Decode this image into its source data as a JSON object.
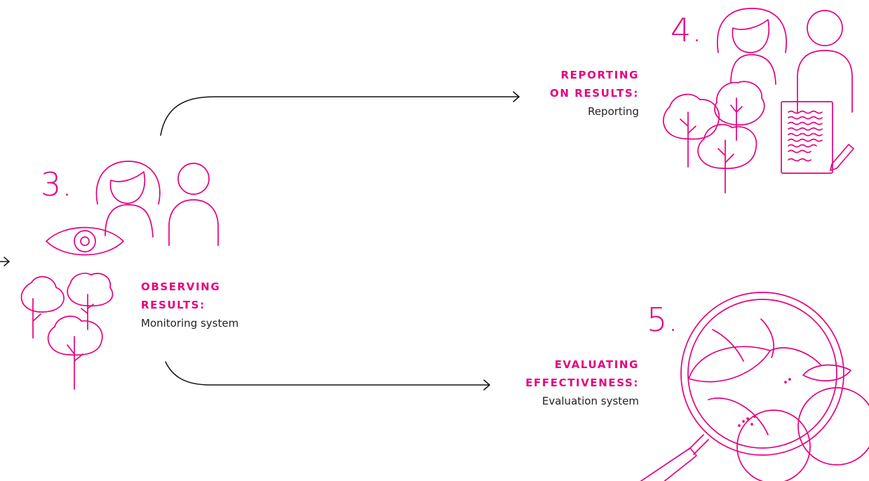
{
  "steps": [
    {
      "number": "3.",
      "heading_lines": [
        "OBSERVING",
        "RESULTS:"
      ],
      "subtitle": "Monitoring system"
    },
    {
      "number": "4.",
      "heading_lines": [
        "REPORTING",
        "ON RESULTS:"
      ],
      "subtitle": "Reporting"
    },
    {
      "number": "5.",
      "heading_lines": [
        "EVALUATING",
        "EFFECTIVENESS:"
      ],
      "subtitle": "Evaluation system"
    }
  ],
  "colors": {
    "accent": "#e6007e",
    "line": "#111111",
    "text": "#222222"
  },
  "icons": {
    "step3": [
      "woman-icon",
      "person-icon",
      "eye-icon",
      "trees-icon"
    ],
    "step4": [
      "woman-icon",
      "person-icon",
      "trees-icon",
      "document-with-pen-icon"
    ],
    "step5": [
      "magnifying-glass-icon",
      "leaves-icon",
      "fruit-icon"
    ]
  }
}
